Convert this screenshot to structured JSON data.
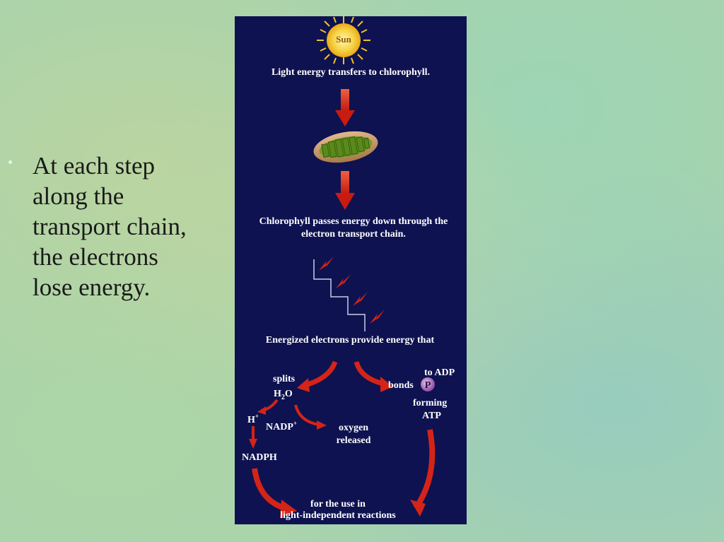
{
  "bullet": {
    "lines": [
      "At each step",
      "along the",
      "transport chain,",
      "the electrons",
      "lose energy."
    ]
  },
  "diagram": {
    "sun_label": "Sun",
    "step1": "Light energy transfers to chlorophyll.",
    "step2_line1": "Chlorophyll passes energy down through the",
    "step2_line2": "electron transport chain.",
    "step3": "Energized electrons provide energy that",
    "splits": "splits",
    "h2o_main": "H",
    "h2o_sub": "2",
    "h2o_end": "O",
    "hplus": "H",
    "hplus_sup": "+",
    "nadp": "NADP",
    "nadp_sup": "+",
    "oxygen": "oxygen",
    "released": "released",
    "nadph": "NADPH",
    "bonds": "bonds",
    "phosphate": "P",
    "to_adp": "to ADP",
    "forming": "forming",
    "atp": "ATP",
    "final_line1": "for the use in",
    "final_line2": "light-independent reactions"
  },
  "colors": {
    "panel": "#0e1250",
    "arrow": "#d42418",
    "text": "#ffffff",
    "sun": "#f4c020",
    "phosphate": "#a060b0"
  }
}
